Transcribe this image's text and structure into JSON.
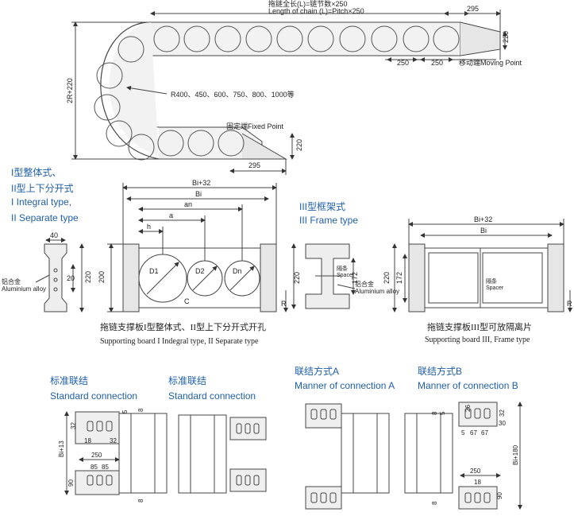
{
  "top": {
    "length_cn": "拖链全长(L)=链节数×250",
    "length_en": "Length of chain (L)=Pitch×250",
    "dim_295_top": "295",
    "dim_220_right": "220",
    "dim_250_a": "250",
    "dim_250_b": "250",
    "moving_point": "移动端Moving Point",
    "height_label": "2R+220",
    "radius_list": "R400、450、600、750、800、1000等",
    "fixed_point": "固定端Fixed Point",
    "dim_220_fixed": "220",
    "dim_295_bottom": "295"
  },
  "type1": {
    "title_cn1": "I型整体式、",
    "title_cn2": "II型上下分开式",
    "title_en1": "I Integral type,",
    "title_en2": "II Separate type",
    "alloy_cn": "铝合金",
    "alloy_en": "Aluminium alloy",
    "dim_40": "40",
    "dim_20": "20",
    "dim_220": "220",
    "dim_200": "200",
    "bi32": "Bi+32",
    "bi": "Bi",
    "an": "an",
    "a": "a",
    "h": "h",
    "d1": "D1",
    "d2": "D2",
    "dn": "Dn",
    "c": "C",
    "r": "R",
    "caption_cn": "拖链支撑板I型整体式、II型上下分开式开孔",
    "caption_en": "Supporting board I Indegral type, II Separate type"
  },
  "type3": {
    "title_cn": "III型框架式",
    "title_en": "III Frame type",
    "spacer_cn": "隔条",
    "spacer_en": "Spacer",
    "alloy_cn": "铝合金",
    "alloy_en": "Aluminium alloy",
    "dim_172": "172",
    "dim_220": "220",
    "bi32": "Bi+32",
    "bi": "Bi",
    "dim_220_b": "220",
    "dim_172_b": "172",
    "spacer2_cn": "隔条",
    "spacer2_en": "Spacer",
    "r": "R",
    "caption_cn": "拖链支撑板III型可放隔离片",
    "caption_en": "Supporting board III, Frame type"
  },
  "connections": {
    "std1_cn": "标准联结",
    "std1_en": "Standard connection",
    "std2_cn": "标准联结",
    "std2_en": "Standard connection",
    "ma_cn": "联结方式A",
    "ma_en": "Manner of connection A",
    "mb_cn": "联结方式B",
    "mb_en": "Manner of connection B",
    "d5": "5",
    "d8a": "8",
    "d32a": "32",
    "d18a": "18",
    "d32b": "32",
    "bi13": "Bi+13",
    "d250a": "250",
    "d85a": "85",
    "d85b": "85",
    "d90a": "90",
    "d8b": "8",
    "d8c": "8",
    "d5b": "5",
    "d26": "26",
    "d32c": "32",
    "d30": "30",
    "d5c": "5",
    "d67a": "67",
    "d67b": "67",
    "bi180": "Bi+180",
    "d250b": "250",
    "d18b": "18",
    "d90b": "90",
    "d8d": "8"
  }
}
